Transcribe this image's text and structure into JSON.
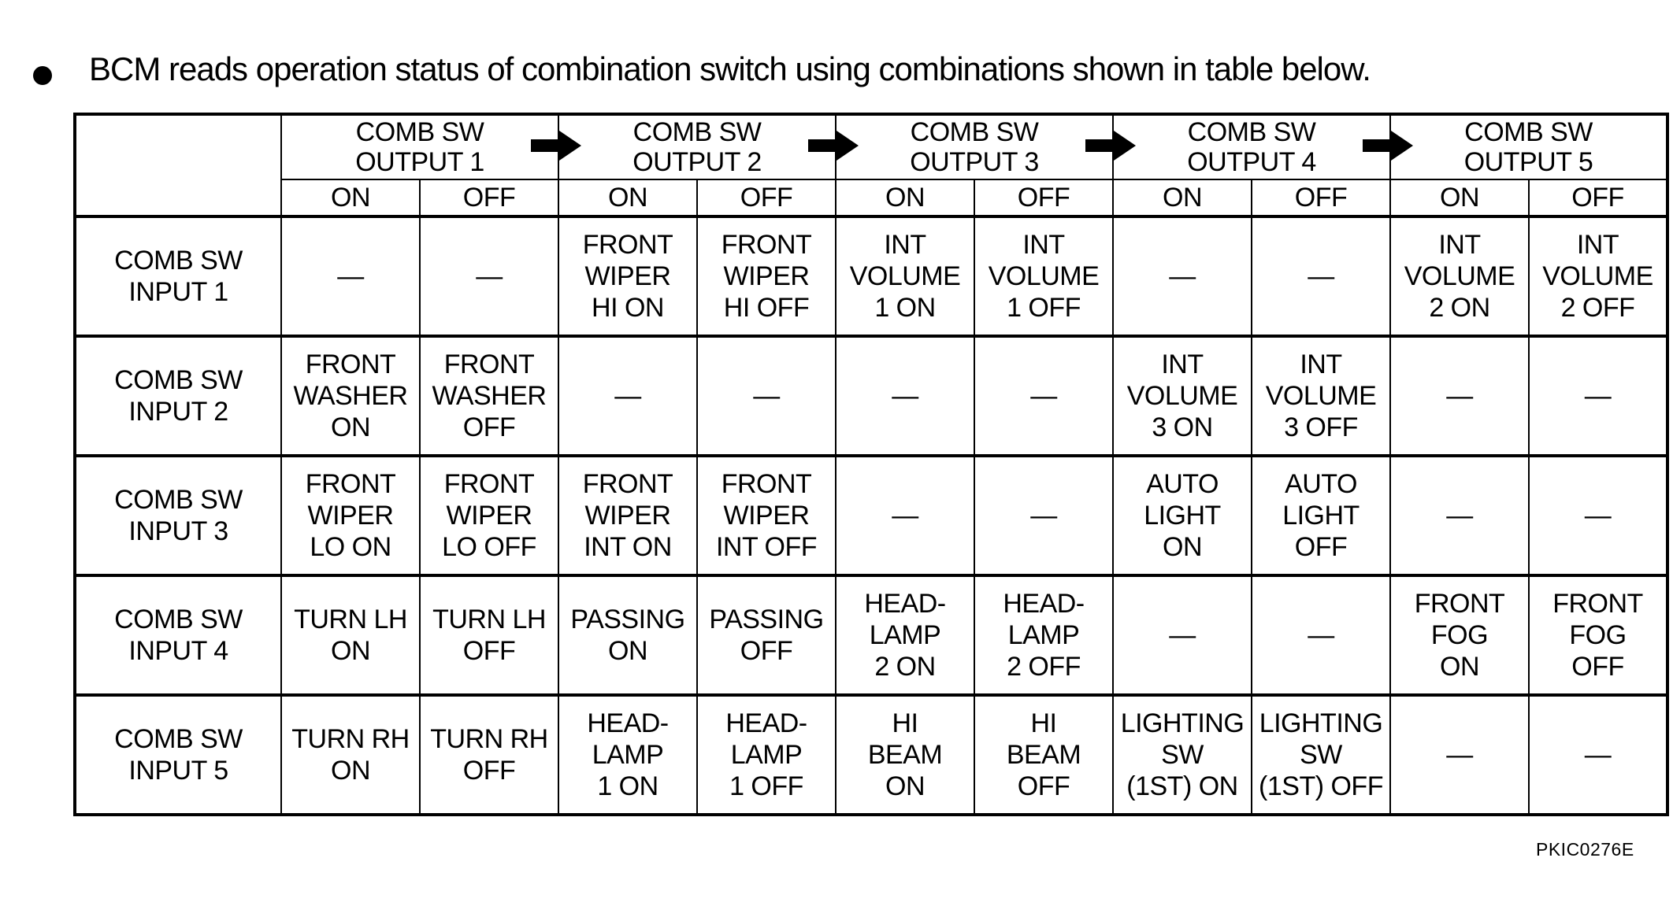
{
  "page": {
    "title": "BCM reads operation status of combination switch using combinations shown in table below.",
    "figure_code": "PKIC0276E"
  },
  "colors": {
    "ink": "#000000",
    "paper": "#ffffff"
  },
  "icons": {
    "bullet": "●",
    "flow_arrow": "right-arrow"
  },
  "table": {
    "col_groups": [
      {
        "label": "COMB SW\nOUTPUT 1"
      },
      {
        "label": "COMB SW\nOUTPUT 2"
      },
      {
        "label": "COMB SW\nOUTPUT 3"
      },
      {
        "label": "COMB SW\nOUTPUT 4"
      },
      {
        "label": "COMB SW\nOUTPUT 5"
      }
    ],
    "sub_headers": {
      "on": "ON",
      "off": "OFF"
    },
    "rows": [
      {
        "header": "COMB SW\nINPUT 1",
        "cells": [
          "—",
          "—",
          "FRONT\nWIPER\nHI ON",
          "FRONT\nWIPER\nHI OFF",
          "INT\nVOLUME\n1 ON",
          "INT\nVOLUME\n1 OFF",
          "—",
          "—",
          "INT\nVOLUME\n2 ON",
          "INT\nVOLUME\n2 OFF"
        ]
      },
      {
        "header": "COMB SW\nINPUT 2",
        "cells": [
          "FRONT\nWASHER\nON",
          "FRONT\nWASHER\nOFF",
          "—",
          "—",
          "—",
          "—",
          "INT\nVOLUME\n3 ON",
          "INT\nVOLUME\n3 OFF",
          "—",
          "—"
        ]
      },
      {
        "header": "COMB SW\nINPUT 3",
        "cells": [
          "FRONT\nWIPER\nLO ON",
          "FRONT\nWIPER\nLO OFF",
          "FRONT\nWIPER\nINT ON",
          "FRONT\nWIPER\nINT OFF",
          "—",
          "—",
          "AUTO\nLIGHT\nON",
          "AUTO\nLIGHT\nOFF",
          "—",
          "—"
        ]
      },
      {
        "header": "COMB SW\nINPUT 4",
        "cells": [
          "TURN LH\nON",
          "TURN LH\nOFF",
          "PASSING\nON",
          "PASSING\nOFF",
          "HEAD-\nLAMP\n2 ON",
          "HEAD-\nLAMP\n2 OFF",
          "—",
          "—",
          "FRONT\nFOG\nON",
          "FRONT\nFOG\nOFF"
        ]
      },
      {
        "header": "COMB SW\nINPUT 5",
        "cells": [
          "TURN RH\nON",
          "TURN RH\nOFF",
          "HEAD-\nLAMP\n1 ON",
          "HEAD-\nLAMP\n1 OFF",
          "HI\nBEAM\nON",
          "HI\nBEAM\nOFF",
          "LIGHTING\nSW\n(1ST) ON",
          "LIGHTING\nSW\n(1ST) OFF",
          "—",
          "—"
        ]
      }
    ]
  }
}
